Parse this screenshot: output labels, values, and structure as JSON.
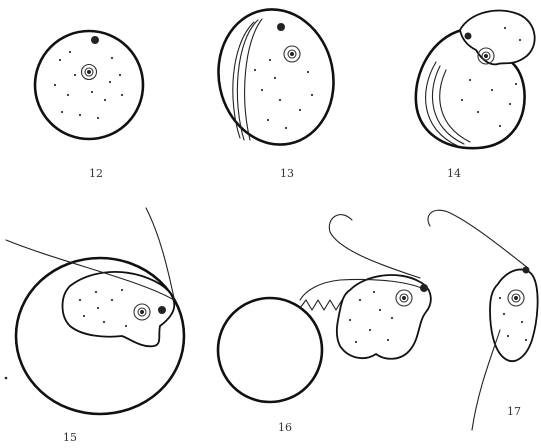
{
  "figures": [
    {
      "label": "12"
    },
    {
      "label": "13"
    },
    {
      "label": "14"
    },
    {
      "label": "15"
    },
    {
      "label": "16"
    },
    {
      "label": "17"
    }
  ]
}
